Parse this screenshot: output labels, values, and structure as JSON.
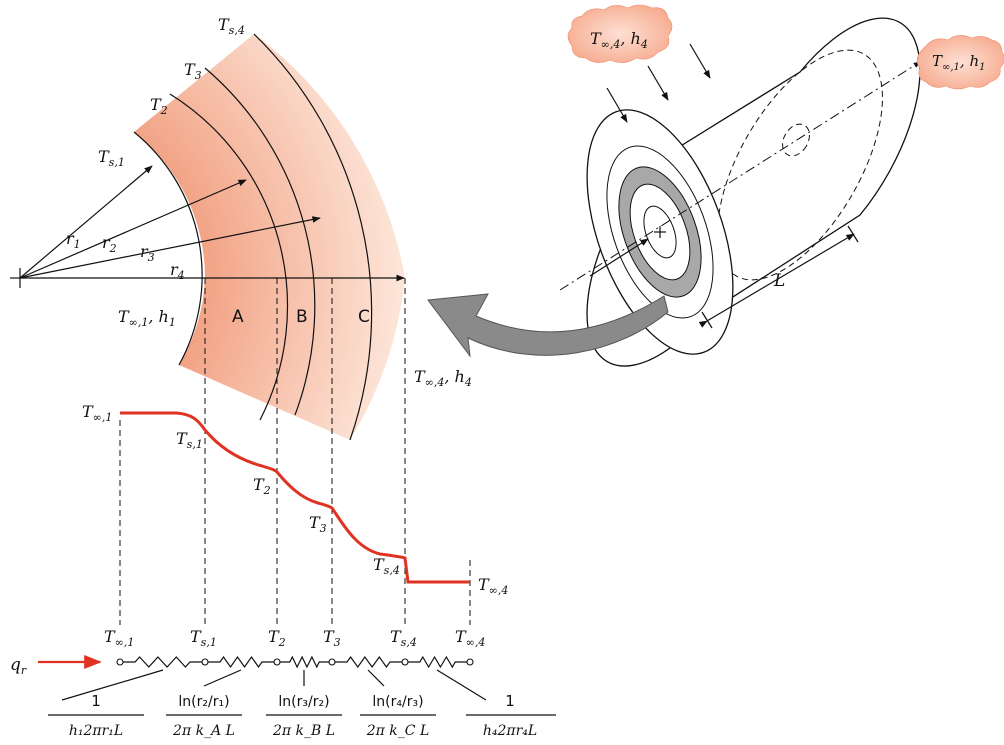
{
  "wall": {
    "ring_labels": [
      "A",
      "B",
      "C"
    ],
    "surface_labels": [
      {
        "base": "T",
        "sub": "s,4"
      },
      {
        "base": "T",
        "sub": "3"
      },
      {
        "base": "T",
        "sub": "2"
      },
      {
        "base": "T",
        "sub": "s,1"
      }
    ],
    "radius_labels": [
      {
        "base": "r",
        "sub": "1"
      },
      {
        "base": "r",
        "sub": "2"
      },
      {
        "base": "r",
        "sub": "3"
      },
      {
        "base": "r",
        "sub": "4"
      }
    ],
    "inner_fluid": {
      "t": "T",
      "tsub": "∞,1",
      "h": "h",
      "hsub": "1"
    },
    "outer_fluid": {
      "t": "T",
      "tsub": "∞,4",
      "h": "h",
      "hsub": "4"
    },
    "colors": {
      "inner": "#f2a385",
      "outer": "#fde8dc"
    }
  },
  "cylinder": {
    "outer_fluid": {
      "t": "T",
      "tsub": "∞,4",
      "h": "h",
      "hsub": "4"
    },
    "inner_fluid": {
      "t": "T",
      "tsub": "∞,1",
      "h": "h",
      "hsub": "1"
    },
    "length_label": "L",
    "cloud_color": "#f6a98c",
    "arrow_color": "#8a8a8a"
  },
  "profile": {
    "line_color": "#e03223",
    "labels": [
      {
        "base": "T",
        "sub": "∞,1"
      },
      {
        "base": "T",
        "sub": "s,1"
      },
      {
        "base": "T",
        "sub": "2"
      },
      {
        "base": "T",
        "sub": "3"
      },
      {
        "base": "T",
        "sub": "s,4"
      },
      {
        "base": "T",
        "sub": "∞,4"
      }
    ]
  },
  "circuit": {
    "heat_rate": {
      "base": "q",
      "sub": "r"
    },
    "nodes": [
      {
        "base": "T",
        "sub": "∞,1"
      },
      {
        "base": "T",
        "sub": "s,1"
      },
      {
        "base": "T",
        "sub": "2"
      },
      {
        "base": "T",
        "sub": "3"
      },
      {
        "base": "T",
        "sub": "s,4"
      },
      {
        "base": "T",
        "sub": "∞,4"
      }
    ],
    "resistances": [
      {
        "num": "1",
        "den": "h₁2πr₁L"
      },
      {
        "num": "ln(r₂/r₁)",
        "den": "2π k_A L"
      },
      {
        "num": "ln(r₃/r₂)",
        "den": "2π k_B L"
      },
      {
        "num": "ln(r₄/r₃)",
        "den": "2π k_C L"
      },
      {
        "num": "1",
        "den": "h₄2πr₄L"
      }
    ]
  }
}
